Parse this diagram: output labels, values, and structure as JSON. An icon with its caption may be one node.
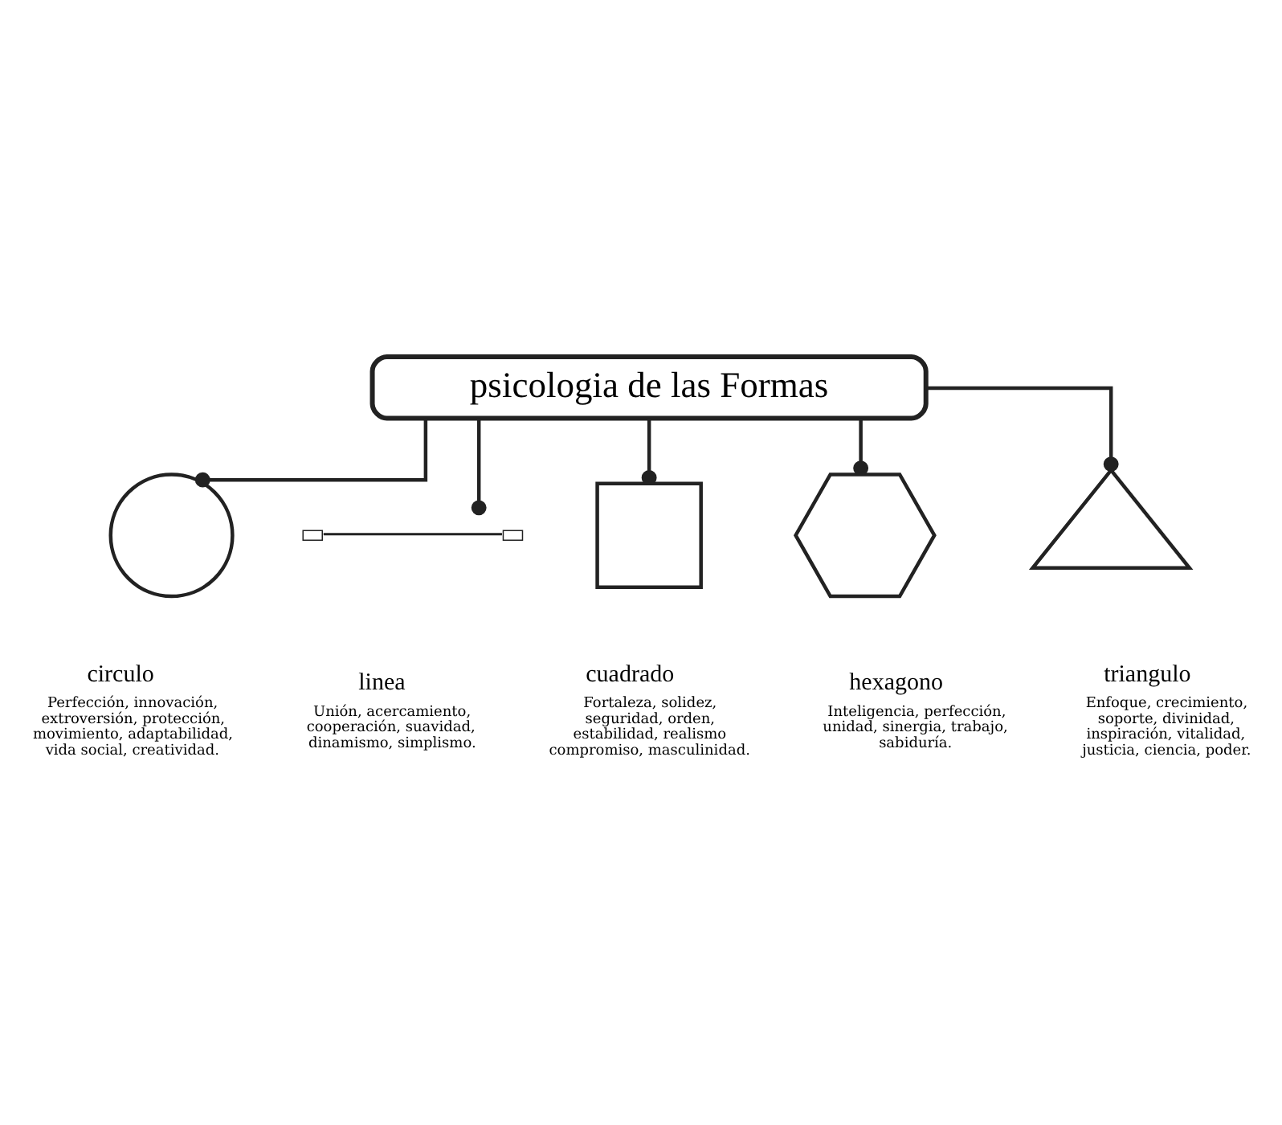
{
  "diagram": {
    "nodes": [
      {
        "text": [
          "psicologia de las Formas"
        ]
      },
      {
        "text": [],
        "shape": "circle",
        "beside": [
          "circulo",
          "Perfección, innovación, extroversión, protección, movimiento, adaptabilidad, vida social, creatividad."
        ]
      },
      {
        "text": [],
        "shape": "line",
        "beside": [
          "linea",
          "Unión, acercamiento, cooperación, suavidad, dinamismo, simplismo."
        ]
      },
      {
        "text": [],
        "shape": "box",
        "beside": [
          "cuadrado",
          "Fortaleza, solidez, seguridad, orden, estabilidad, realismo compromiso, masculinidad."
        ]
      },
      {
        "text": [],
        "shape": "hexagon",
        "beside": [
          "hexagono",
          "Inteligencia, perfección, unidad, sinergia, trabajo, sabiduría."
        ]
      },
      {
        "text": [],
        "shape": "triangle",
        "beside": [
          "triangulo",
          "Enfoque, crecimiento, soporte, divinidad, inspiración, vitalidad, justicia, ciencia, poder."
        ]
      }
    ],
    "edges": [
      {
        "from": 0,
        "to": 1,
        "arrow": "other"
      },
      {
        "from": 0,
        "to": 2,
        "arrow": "other"
      },
      {
        "from": 0,
        "to": 3,
        "arrow": "other"
      },
      {
        "from": 0,
        "to": 4,
        "arrow": "other"
      },
      {
        "from": 0,
        "to": 5,
        "arrow": "other"
      }
    ]
  }
}
